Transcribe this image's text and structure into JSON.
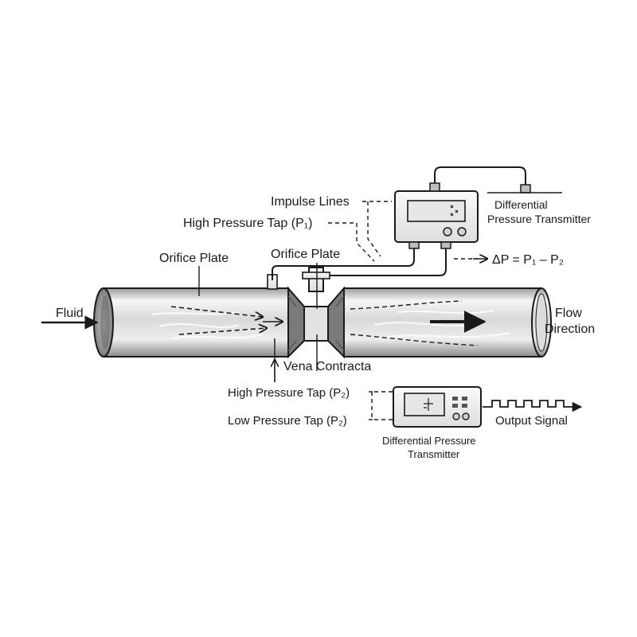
{
  "labels": {
    "impulse_lines": "Impulse Lines",
    "high_tap_p1": "High Pressure Tap (P₁)",
    "orifice_plate_left": "Orifice Plate",
    "orifice_plate_top": "Orifice Plate",
    "fluid": "Fluid",
    "flow": "Flow",
    "direction": "Direction",
    "vena_contracta": "Vena Contracta",
    "high_tap_p2": "High Pressure Tap (P₂)",
    "low_tap_p2": "Low Pressure Tap (P₂)",
    "dp_formula": "ΔP = P₁ – P₂",
    "output_signal": "Output Signal"
  },
  "transmitter_top": {
    "line1": "Differential",
    "line2": "Pressure Transmitter"
  },
  "transmitter_bottom": {
    "line1": "Differential Pressure",
    "line2": "Transmitter"
  },
  "colors": {
    "ink": "#1a1a1a",
    "pipe_light": "#f4f4f4",
    "pipe_mid": "#cfcfcf",
    "pipe_dark": "#8e8e8e",
    "screen": "#e6e6e6"
  },
  "icons": [
    "arrow-icon",
    "square-wave-icon",
    "transmitter-icon"
  ]
}
